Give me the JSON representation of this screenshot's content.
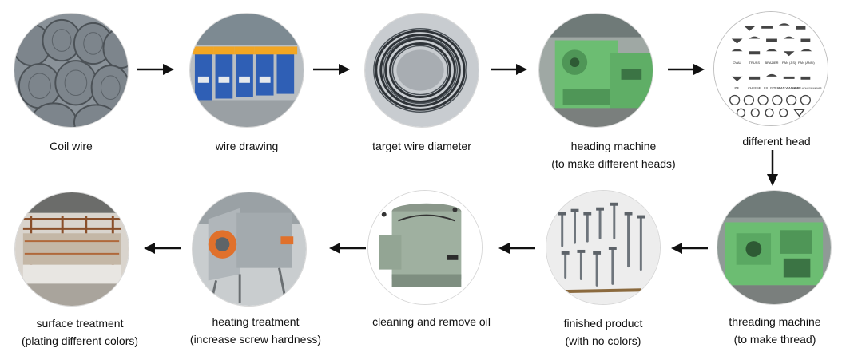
{
  "steps": [
    {
      "label": "Coil wire",
      "sub": ""
    },
    {
      "label": "wire drawing",
      "sub": ""
    },
    {
      "label": "target wire diameter",
      "sub": ""
    },
    {
      "label": "heading machine",
      "sub": "(to make different heads)"
    },
    {
      "label": "different head",
      "sub": ""
    },
    {
      "label": "threading machine",
      "sub": "(to make thread)"
    },
    {
      "label": "finished product",
      "sub": "(with no colors)"
    },
    {
      "label": "cleaning and remove oil",
      "sub": ""
    },
    {
      "label": "heating treatment",
      "sub": "(increase screw hardness)"
    },
    {
      "label": "surface treatment",
      "sub": "(plating different colors)"
    }
  ],
  "head_types": {
    "row1": [
      "OVAL",
      "TRUSS",
      "BRAZIER",
      "PAN (JIS)",
      "PAN (ANSI)"
    ],
    "row2": [
      "P.F.",
      "CHEESE",
      "FILLISTER",
      "PAN WASHER",
      "INDENTED HEXAGON WASHER"
    ]
  },
  "colors": {
    "arrow": "#111111",
    "machine_green": "#6cbd72",
    "machine_blue": "#2f5fb5",
    "steel": "#6e757c"
  }
}
